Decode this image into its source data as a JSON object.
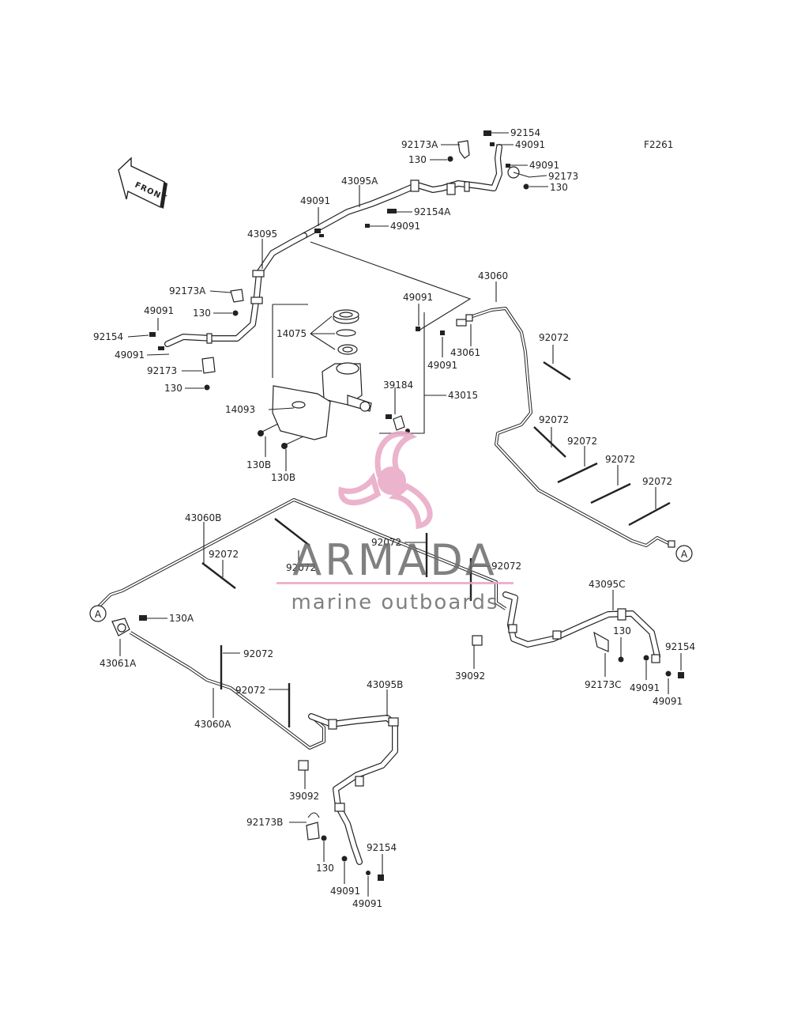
{
  "diagram_code": "F2261",
  "front_label": "FRONT",
  "watermark": {
    "brand": "ARMADA",
    "tagline": "marine outboards",
    "accent": "#e8a6c4",
    "brand_color": "#6b6b6b"
  },
  "labels": {
    "p92154_top": "92154",
    "p92173A_top": "92173A",
    "p49091_top1": "49091",
    "p130_top1": "130",
    "p49091_top2": "49091",
    "p92173_top": "92173",
    "p130_top2": "130",
    "p43095A": "43095A",
    "p49091_a": "49091",
    "p92154A": "92154A",
    "p49091_b": "49091",
    "p43095": "43095",
    "p43060": "43060",
    "p92173A_left": "92173A",
    "p130_left1": "130",
    "p49091_left1": "49091",
    "p92154_left": "92154",
    "p49091_left2": "49091",
    "p92173_left": "92173",
    "p130_left2": "130",
    "p49091_mid": "49091",
    "p14075": "14075",
    "p43061": "43061",
    "p49091_mid2": "49091",
    "p92072_1": "92072",
    "p39184": "39184",
    "p43015": "43015",
    "p14093": "14093",
    "p130B_1": "130B",
    "p130B_2": "130B",
    "p92072_2": "92072",
    "p92072_3": "92072",
    "p92072_4": "92072",
    "p92072_5": "92072",
    "circle_A_right": "A",
    "p43060B": "43060B",
    "p92072_6": "92072",
    "p92072_7": "92072",
    "p92072_8": "92072",
    "p92072_9": "92072",
    "circle_A_left": "A",
    "p130A": "130A",
    "p43061A": "43061A",
    "p92072_10": "92072",
    "p43095C": "43095C",
    "p130_right": "130",
    "p92154_right": "92154",
    "p39092_right": "39092",
    "p92173C": "92173C",
    "p49091_right1": "49091",
    "p49091_right2": "49091",
    "p92072_11": "92072",
    "p43060A": "43060A",
    "p43095B": "43095B",
    "p39092_bottom": "39092",
    "p92173B": "92173B",
    "p130_bottom": "130",
    "p92154_bottom": "92154",
    "p49091_bottom1": "49091",
    "p49091_bottom2": "49091"
  }
}
